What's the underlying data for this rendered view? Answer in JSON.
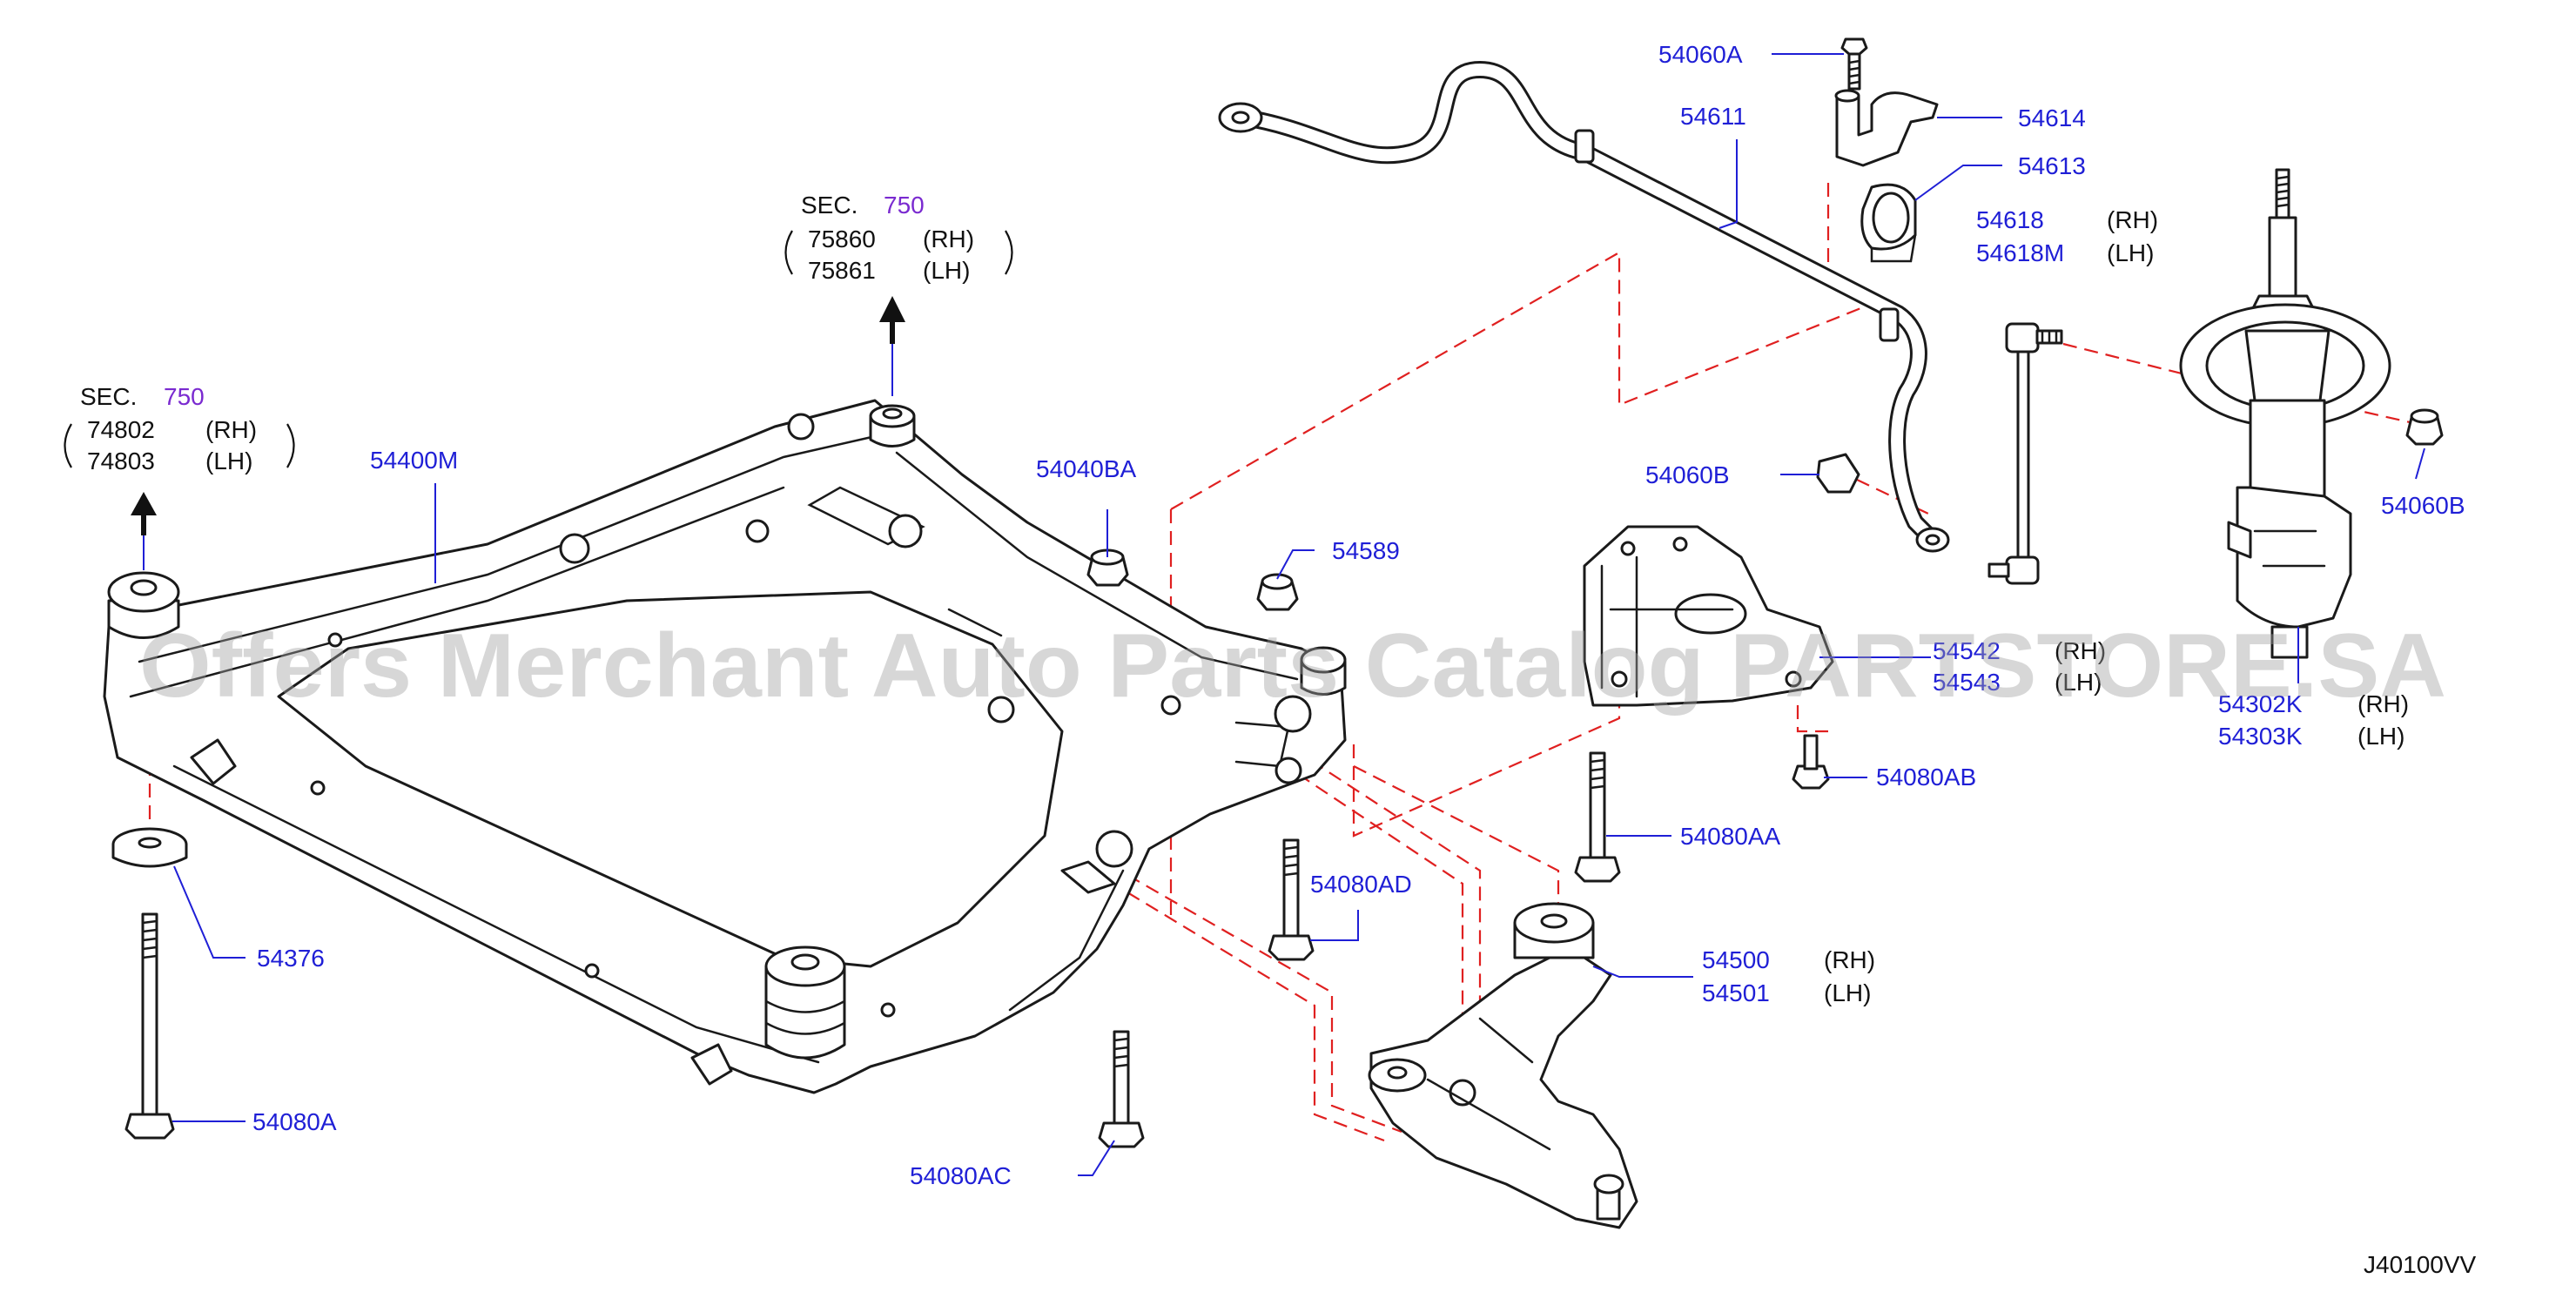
{
  "diagram": {
    "code": "J40100VV",
    "watermark": "Offers Merchant Auto Parts Catalog PARTSTORE.SA",
    "colors": {
      "part_number": "#1f1fd6",
      "section": "#7a2ad0",
      "dashed_guide": "#e02020",
      "line_art": "#1a1a1a"
    },
    "sections": [
      {
        "label": "SEC.",
        "number": "750",
        "items": [
          {
            "part": "75860",
            "side": "(RH)"
          },
          {
            "part": "75861",
            "side": "(LH)"
          }
        ]
      },
      {
        "label": "SEC.",
        "number": "750",
        "items": [
          {
            "part": "74802",
            "side": "(RH)"
          },
          {
            "part": "74803",
            "side": "(LH)"
          }
        ]
      }
    ],
    "labels": {
      "p54060A": "54060A",
      "p54611": "54611",
      "p54614": "54614",
      "p54613": "54613",
      "p54618": "54618",
      "p54618_side": "(RH)",
      "p54618M": "54618M",
      "p54618M_side": "(LH)",
      "p54400M": "54400M",
      "p54040BA": "54040BA",
      "p54589": "54589",
      "p54060B_left": "54060B",
      "p54060B_right": "54060B",
      "p54542": "54542",
      "p54542_side": "(RH)",
      "p54543": "54543",
      "p54543_side": "(LH)",
      "p54302K": "54302K",
      "p54302K_side": "(RH)",
      "p54303K": "54303K",
      "p54303K_side": "(LH)",
      "p54080AB": "54080AB",
      "p54080AA": "54080AA",
      "p54080AD": "54080AD",
      "p54376": "54376",
      "p54500": "54500",
      "p54500_side": "(RH)",
      "p54501": "54501",
      "p54501_side": "(LH)",
      "p54080A": "54080A",
      "p54080AC": "54080AC"
    }
  }
}
